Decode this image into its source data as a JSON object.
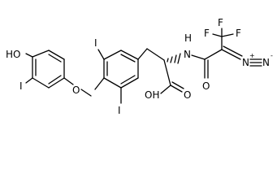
{
  "molecule": {
    "atoms": {
      "ho": "HO",
      "i_phenol": "I",
      "o_ether": "O",
      "i_top": "I",
      "i_bottom": "I",
      "nh": "H",
      "n_amide": "N",
      "acid_o": "O",
      "acid_oh": "OH",
      "amide_o": "O",
      "f_left": "F",
      "f_mid": "F",
      "f_right": "F",
      "diazo_n1": "N",
      "diazo_n2": "N",
      "charge_plus": "+",
      "charge_minus": "-"
    }
  }
}
